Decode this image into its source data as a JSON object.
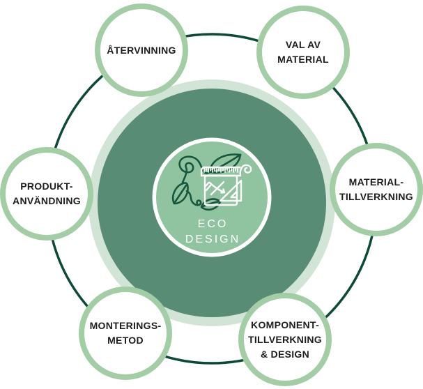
{
  "diagram": {
    "type": "circular-lifecycle",
    "language": "sv",
    "center": {
      "title_lines": [
        "ECO",
        "DESIGN"
      ],
      "icon": "leaf-vine-and-sketchpad-icon"
    },
    "nodes": [
      {
        "id": "atervinning",
        "position": "top-left",
        "lines": [
          "ÅTERVINNING"
        ]
      },
      {
        "id": "val-av-material",
        "position": "top-right",
        "lines": [
          "VAL AV",
          "MATERIAL"
        ]
      },
      {
        "id": "material-tillverkning",
        "position": "right",
        "lines": [
          "MATERIAL-",
          "TILLVERKNING"
        ]
      },
      {
        "id": "komponent-tillverkning-design",
        "position": "bottom-right",
        "lines": [
          "KOMPONENT-",
          "TILLVERKNING",
          "& DESIGN"
        ]
      },
      {
        "id": "monterings-metod",
        "position": "bottom-left",
        "lines": [
          "MONTERINGS-",
          "METOD"
        ]
      },
      {
        "id": "produkt-anvandning",
        "position": "left",
        "lines": [
          "PRODUKT-",
          "ANVÄNDNING"
        ]
      }
    ],
    "colors": {
      "background": "#FFFFFF",
      "ring_line": "#0B4A33",
      "outer_halo": "#D2E4D5",
      "main_circle": "#588C75",
      "center_ring": "#FFFFFF",
      "center_circle": "#90C39F",
      "node_border": "#A2CDA5",
      "node_background": "#FFFFFF",
      "node_text": "#1D1D1B",
      "vine_icon": "#17573D",
      "sketchpad_icon": "#FFFFFF",
      "center_text": "#FFFFFF"
    }
  }
}
